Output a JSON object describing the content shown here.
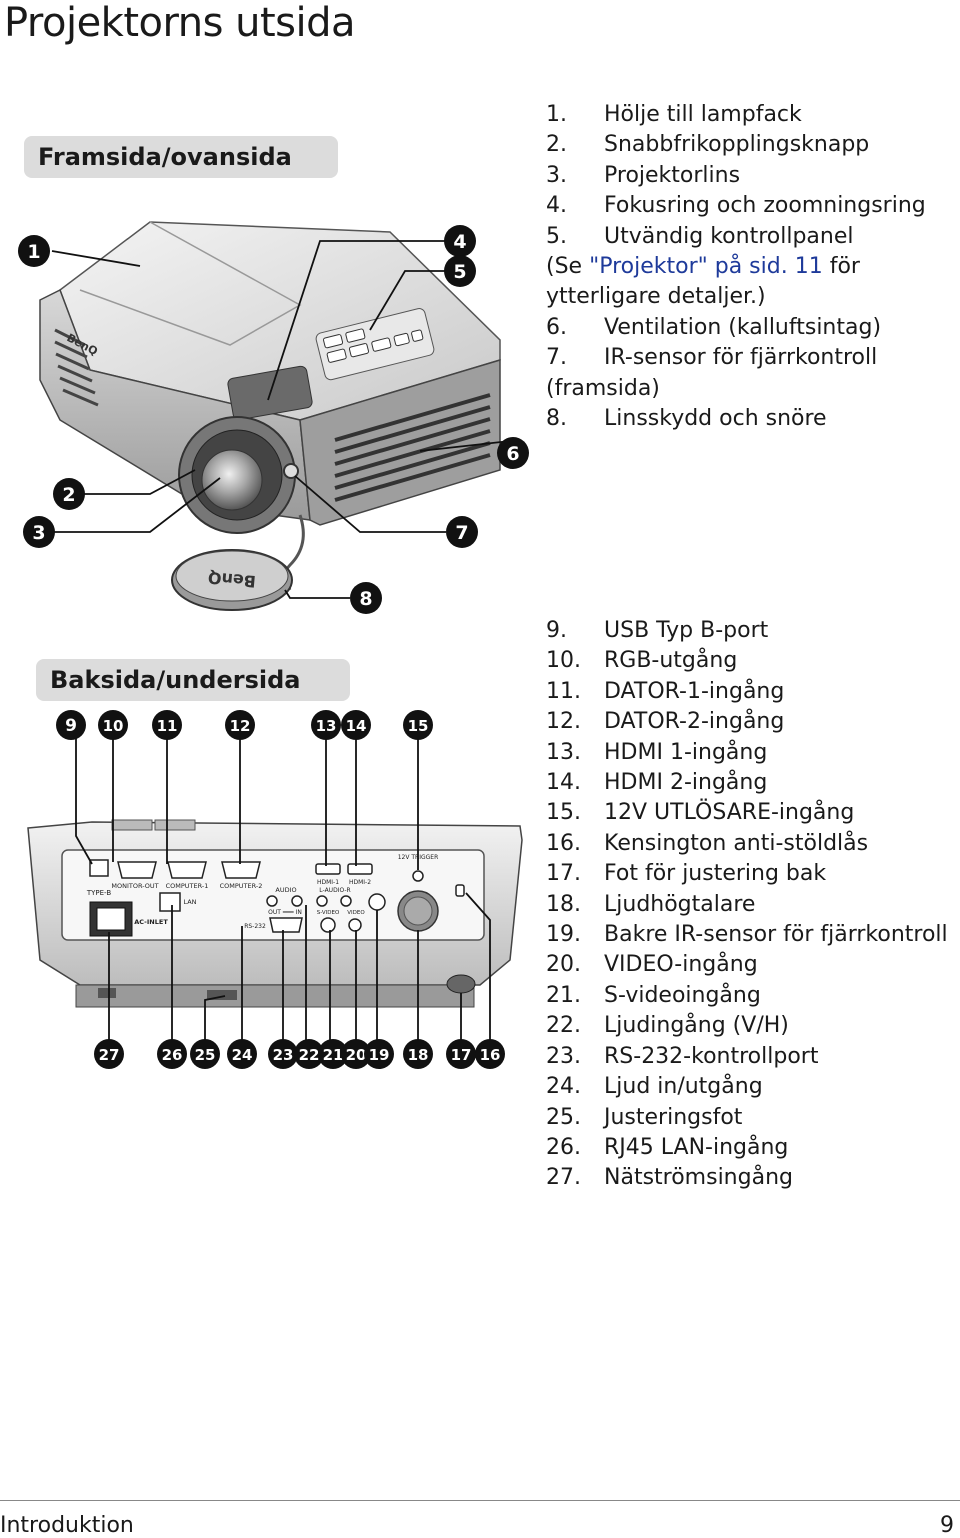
{
  "page_title": "Projektorns utsida",
  "sections": {
    "front": "Framsida/ovansida",
    "back": "Baksida/undersida"
  },
  "front_items": [
    {
      "num": "1.",
      "text": "Hölje till lampfack"
    },
    {
      "num": "2.",
      "text": "Snabbfrikopplingsknapp"
    },
    {
      "num": "3.",
      "text": "Projektorlins"
    },
    {
      "num": "4.",
      "text": "Fokusring och zoomningsring"
    },
    {
      "num": "5.",
      "text": "Utvändig kontrollpanel"
    },
    {
      "num": "6.",
      "text": "Ventilation (kalluftsintag)"
    },
    {
      "num": "7.",
      "text": "IR-sensor för fjärrkontroll"
    },
    {
      "num": "8.",
      "text": "Linsskydd och snöre"
    }
  ],
  "item5_cont": {
    "pre": "(Se ",
    "link": "\"Projektor\" på sid. 11",
    "post": " för",
    "line3": "ytterligare detaljer.)"
  },
  "item7_cont": "(framsida)",
  "back_items": [
    {
      "num": "9.",
      "text": "USB Typ B-port"
    },
    {
      "num": "10.",
      "text": "RGB-utgång"
    },
    {
      "num": "11.",
      "text": "DATOR-1-ingång"
    },
    {
      "num": "12.",
      "text": "DATOR-2-ingång"
    },
    {
      "num": "13.",
      "text": "HDMI 1-ingång"
    },
    {
      "num": "14.",
      "text": "HDMI 2-ingång"
    },
    {
      "num": "15.",
      "text": "12V UTLÖSARE-ingång"
    },
    {
      "num": "16.",
      "text": "Kensington anti-stöldlås"
    },
    {
      "num": "17.",
      "text": "Fot för justering bak"
    },
    {
      "num": "18.",
      "text": "Ljudhögtalare"
    },
    {
      "num": "19.",
      "text": "Bakre IR-sensor för fjärrkontroll"
    },
    {
      "num": "20.",
      "text": "VIDEO-ingång"
    },
    {
      "num": "21.",
      "text": "S-videoingång"
    },
    {
      "num": "22.",
      "text": "Ljudingång (V/H)"
    },
    {
      "num": "23.",
      "text": "RS-232-kontrollport"
    },
    {
      "num": "24.",
      "text": "Ljud in/utgång"
    },
    {
      "num": "25.",
      "text": "Justeringsfot"
    },
    {
      "num": "26.",
      "text": "RJ45 LAN-ingång"
    },
    {
      "num": "27.",
      "text": "Nätströmsingång"
    }
  ],
  "brand_logo": "BenQ",
  "panel_labels": {
    "usb": "TYPE-B",
    "monitor_out": "MONITOR-OUT",
    "computer1": "COMPUTER-1",
    "computer2": "COMPUTER-2",
    "audio": "AUDIO",
    "out_in": "OUT ━━━ IN",
    "rs232": "RS-232",
    "lan": "LAN",
    "ac_inlet": "AC-INLET",
    "hdmi1": "HDMI-1",
    "hdmi2": "HDMI-2",
    "l_audio_r": "L-AUDIO-R",
    "s_video": "S-VIDEO",
    "video": "VIDEO",
    "trigger": "12V TRIGGER"
  },
  "footer": {
    "left": "Introduktion",
    "right": "9"
  },
  "colors": {
    "section_bg": "#dcdcdc",
    "link": "#1e3a9a",
    "callout": "#111111"
  }
}
